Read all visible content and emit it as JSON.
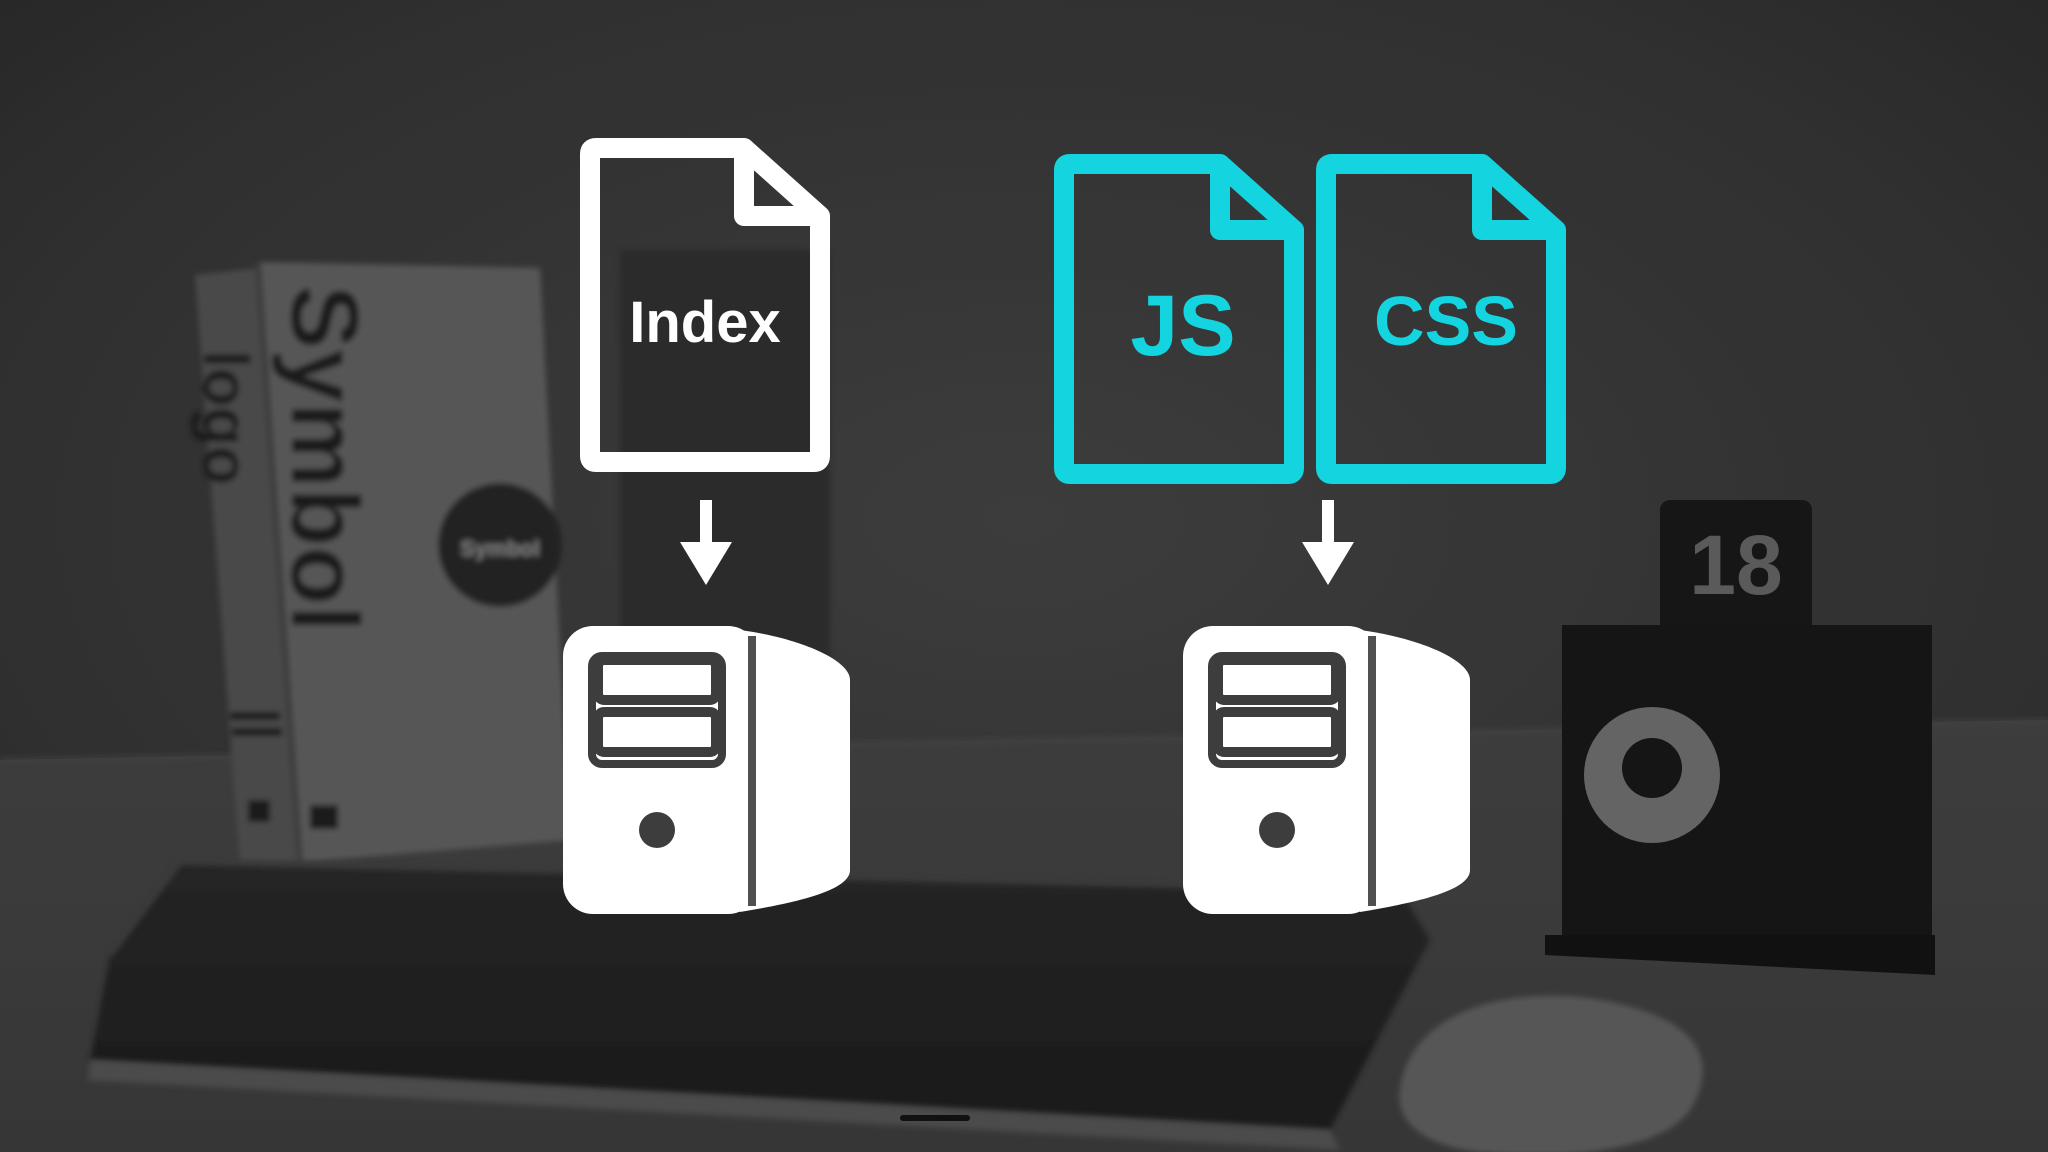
{
  "diagram": {
    "left_group": {
      "file_label": "Index",
      "color": "#ffffff"
    },
    "right_group": {
      "files": [
        {
          "label": "JS"
        },
        {
          "label": "CSS"
        }
      ],
      "color": "#14d4e0"
    },
    "icons": {
      "file": "document-icon",
      "arrow": "arrow-down-icon",
      "server": "server-tower-icon"
    }
  },
  "background": {
    "book_spine_text": "Symbol",
    "book_spine_text_2": "logo",
    "sticker_text": "Symbol",
    "calendar_number": "18"
  },
  "colors": {
    "background": "#3d3d3d",
    "icon_white": "#ffffff",
    "accent_cyan": "#14d4e0"
  }
}
